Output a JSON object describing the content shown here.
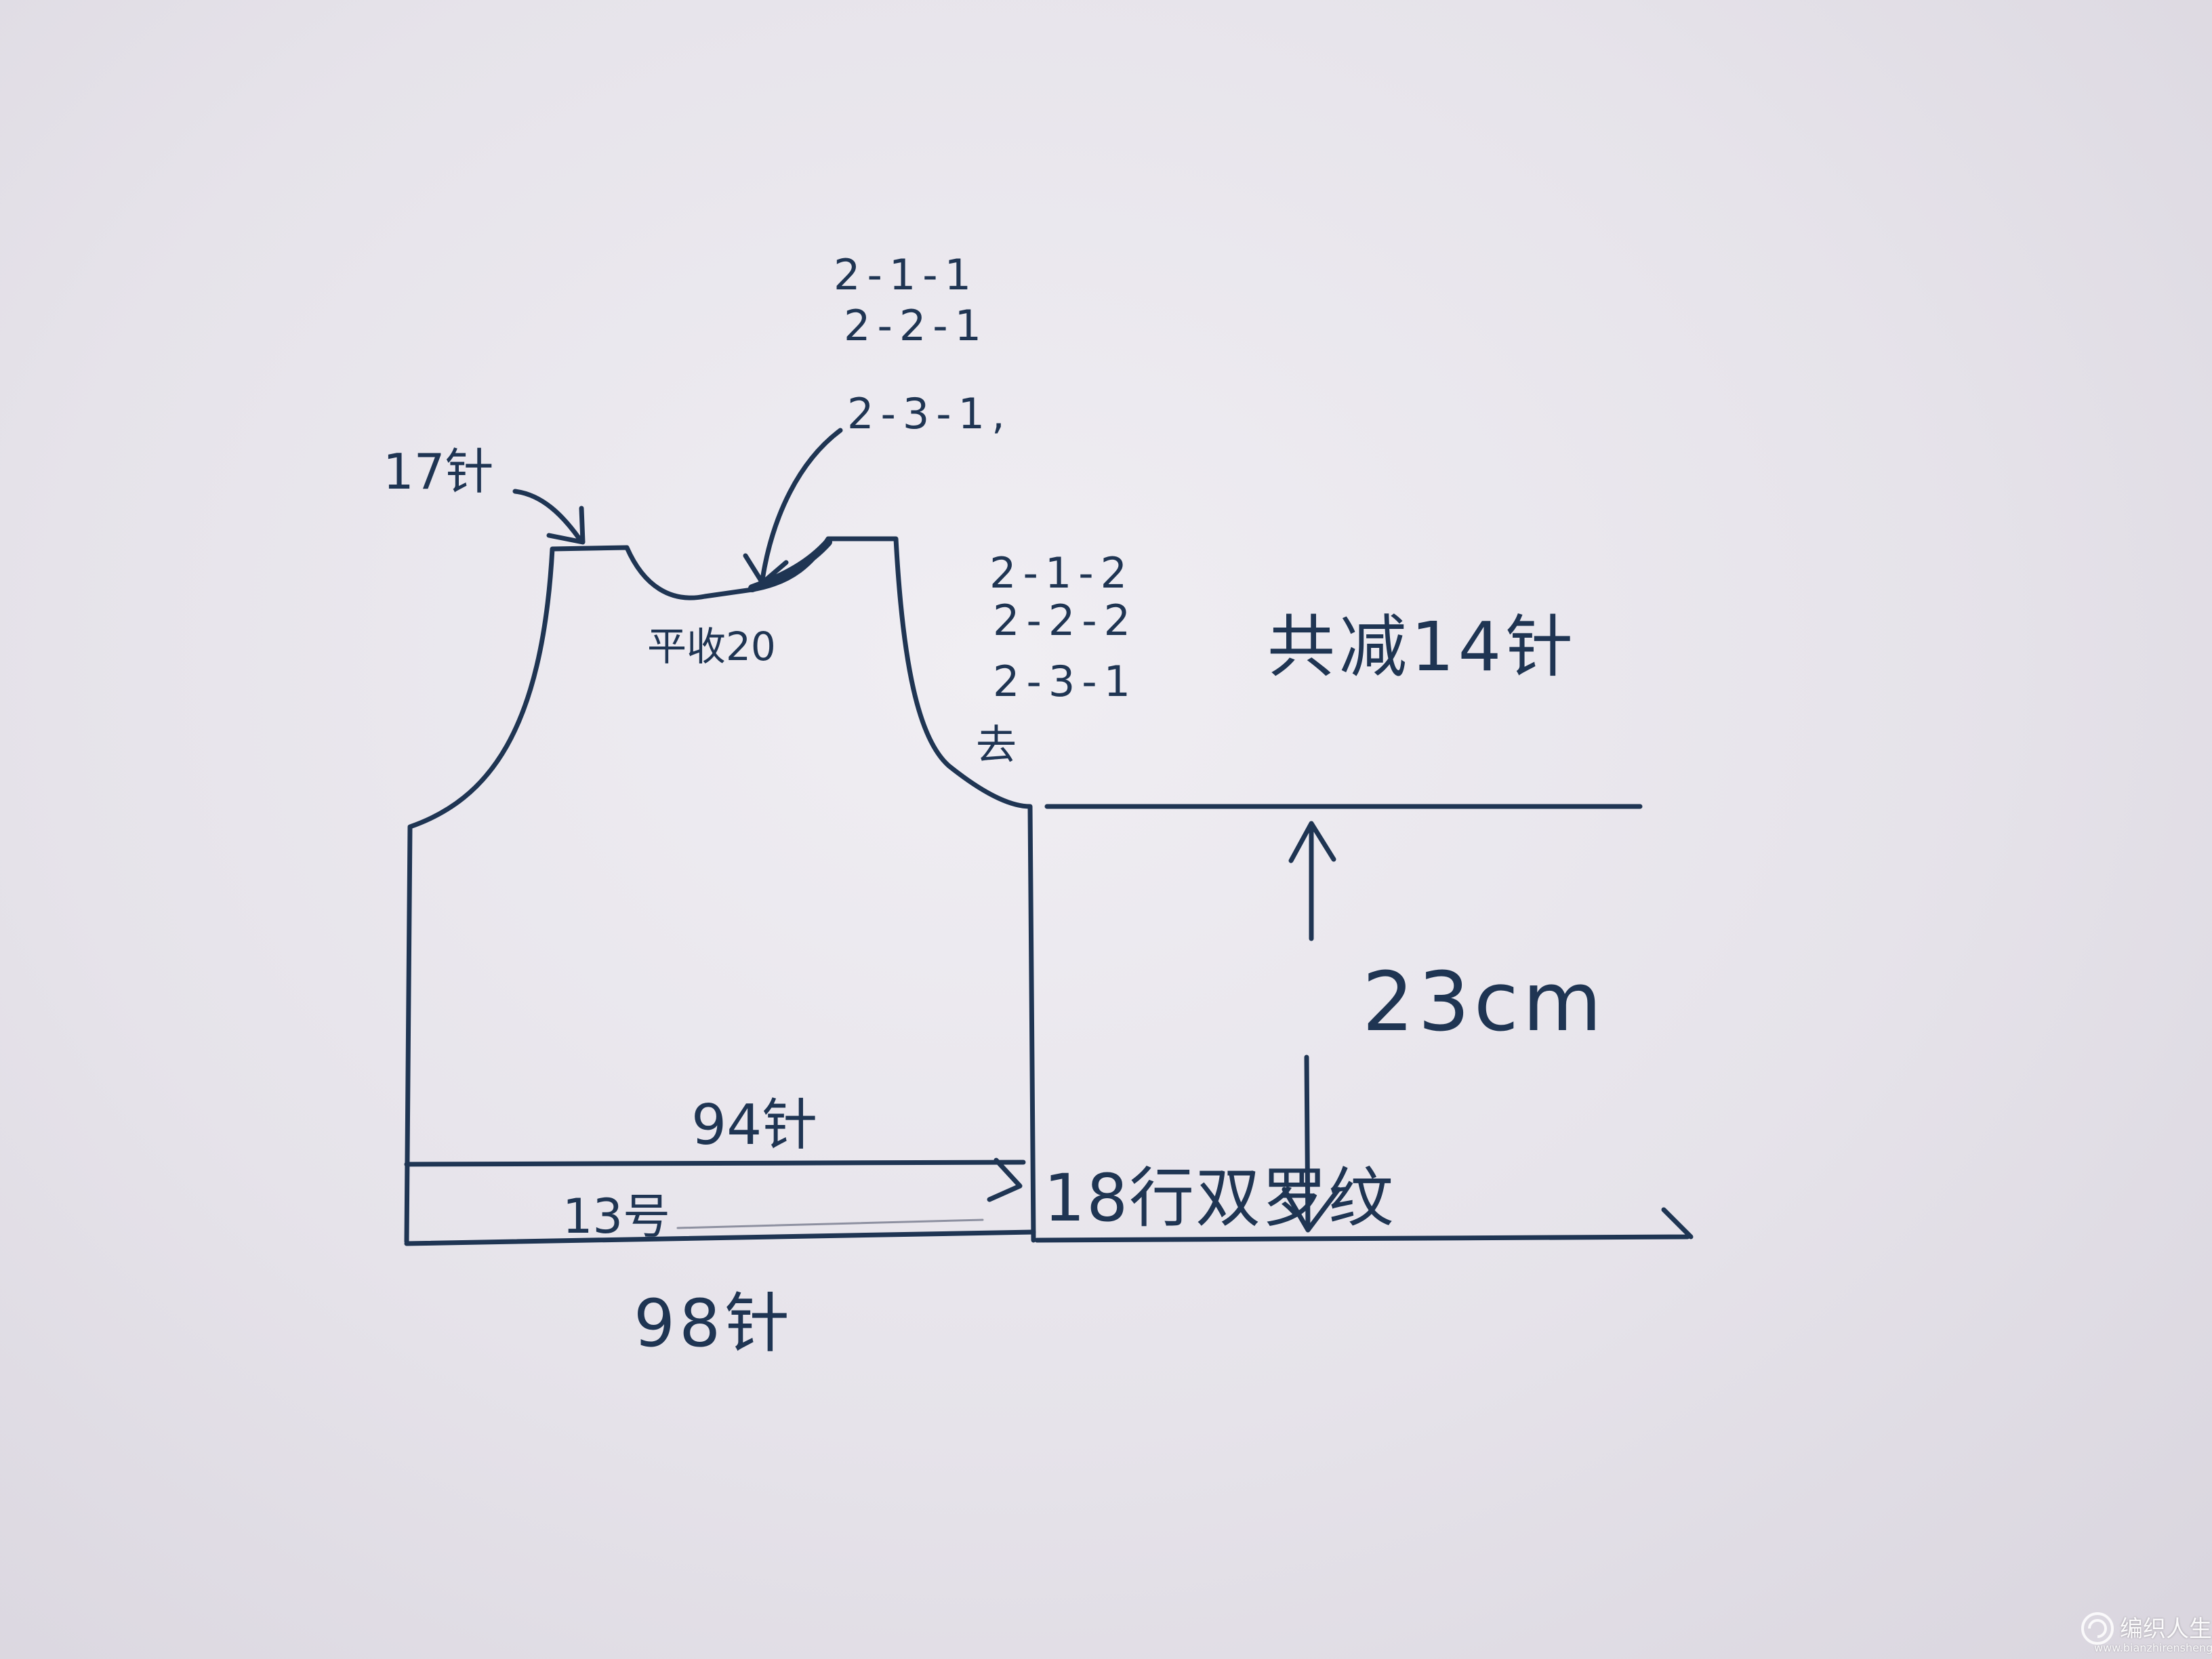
{
  "labels": {
    "shoulder_stitches": "17针",
    "neck_decrease_steps": [
      "2-1-1",
      "2-2-1",
      "2-3-1,"
    ],
    "neck_flat_bind_off": "平收20",
    "armhole_decrease_steps": [
      "2-1-2",
      "2-2-2",
      "2-3-1"
    ],
    "armhole_note": "去",
    "armhole_total": "共减14针",
    "body_height": "23cm",
    "body_stitches": "94针",
    "ribbing_needle": "13号",
    "ribbing_rows": "18行双罗纹",
    "cast_on_stitches": "98针"
  },
  "watermark": {
    "site_name": "编织人生",
    "url": "www.bianzhirensheng.com"
  },
  "colors": {
    "ink": "#1f3553",
    "paper": "#e9e6ec"
  }
}
